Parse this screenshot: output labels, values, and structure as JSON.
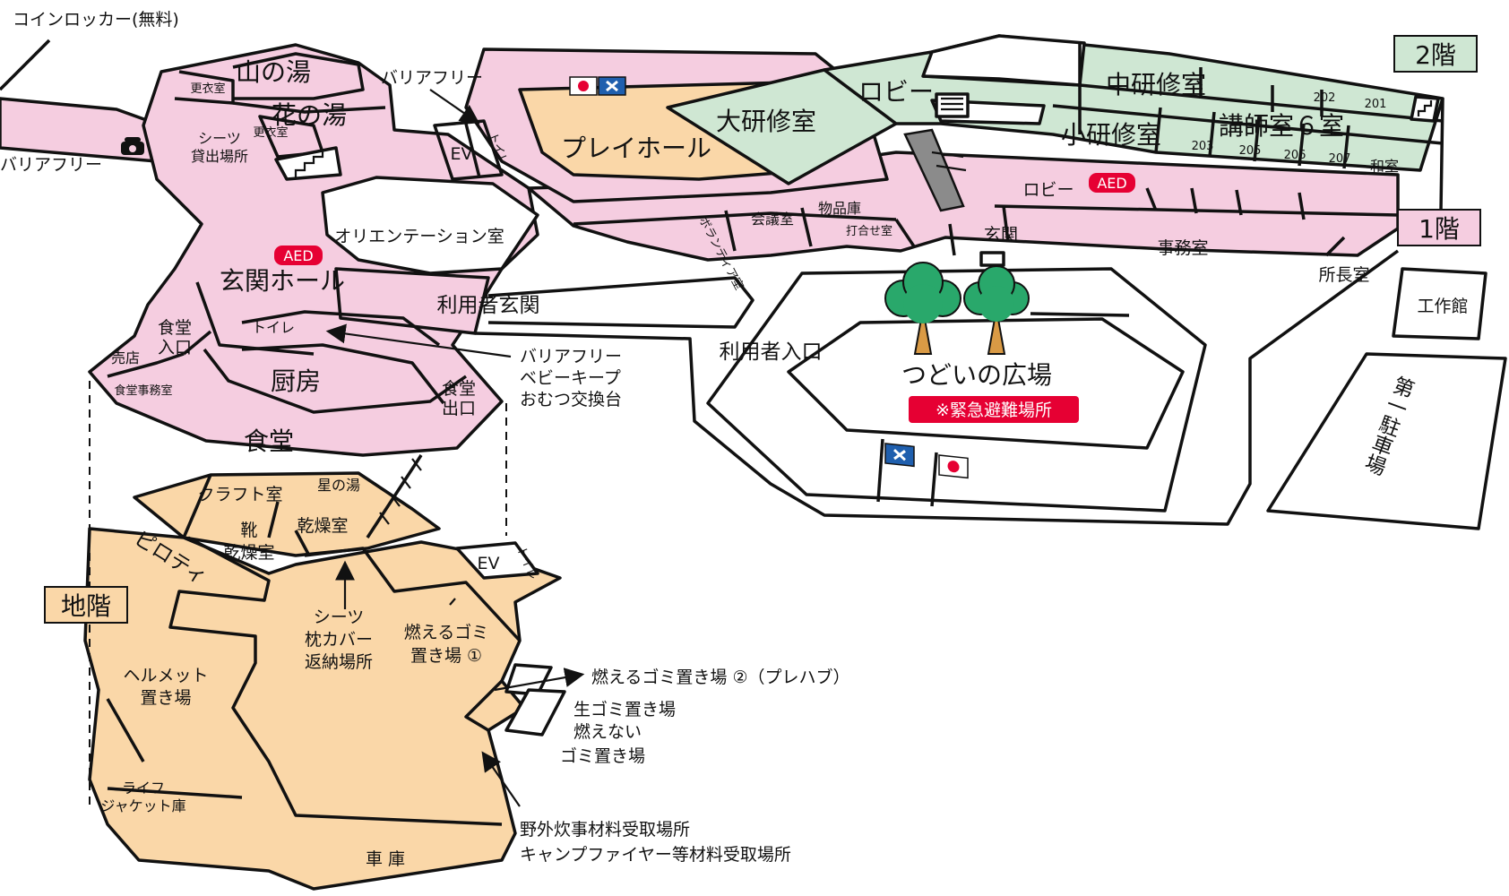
{
  "colors": {
    "floor1": "#f5cde0",
    "floor2": "#cfe7d3",
    "basement": "#fad7a8",
    "emergency": "#e60033",
    "flag_blue": "#1f5fae",
    "flag_red": "#e60033"
  },
  "floors": {
    "floor2": "2階",
    "floor1": "1階",
    "basement": "地階"
  },
  "labels": {
    "coin_locker": "コインロッカー(無料)",
    "barrier_free_top": "バリアフリー",
    "barrier_free_left": "バリアフリー",
    "yama_no_yu": "山の湯",
    "hana_no_yu": "花の湯",
    "kouishitsu_1": "更衣室",
    "kouishitsu_2": "更衣室",
    "sheets_rental_1": "シーツ",
    "sheets_rental_2": "貸出場所",
    "ev_1": "EV",
    "toilet_1": "トイレ",
    "play_hall": "プレイホール",
    "orientation_room": "オリエンテーション室",
    "aed_1": "AED",
    "aed_2": "AED",
    "entrance_hall": "玄関ホール",
    "user_entrance": "利用者玄関",
    "dining_entry_1": "食堂",
    "dining_entry_2": "入口",
    "toilet_2": "トイレ",
    "shop": "売店",
    "dining_office": "食堂事務室",
    "kitchen": "厨房",
    "dining_exit_1": "食堂",
    "dining_exit_2": "出口",
    "dining": "食堂",
    "note_barrier_free": "バリアフリー",
    "note_baby_keep": "ベビーキープ",
    "note_diaper": "おむつ交換台",
    "large_seminar": "大研修室",
    "lobby_2f": "ロビー",
    "medium_seminar": "中研修室",
    "small_seminar": "小研修室",
    "lecturer_room": "講師室６室",
    "room_202": "202",
    "room_201": "201",
    "room_203": "203",
    "room_205": "205",
    "room_206": "206",
    "room_207": "207",
    "washitsu": "和室",
    "lobby_1f": "ロビー",
    "volunteer_room": "ボランティア室",
    "meeting_room": "会議室",
    "storage": "物品庫",
    "consult_room": "打合せ室",
    "genkan": "玄関",
    "office": "事務室",
    "director_room": "所長室",
    "workshop": "工作館",
    "user_gate": "利用者入口",
    "plaza": "つどいの広場",
    "emergency": "※緊急避難場所",
    "parking": "第一駐車場",
    "craft_room": "クラフト室",
    "hoshi_no_yu": "星の湯",
    "drying_room": "乾燥室",
    "shoe_drying_1": "靴",
    "shoe_drying_2": "乾燥室",
    "piloti": "ピロティ",
    "ev_2": "EV",
    "toilet_3": "トイレ",
    "sheets_return_1": "シーツ",
    "sheets_return_2": "枕カバー",
    "sheets_return_3": "返納場所",
    "burnable_1_a": "燃えるゴミ",
    "burnable_1_b": "置き場 ①",
    "burnable_2": "燃えるゴミ置き場 ②（プレハブ）",
    "raw_garbage": "生ゴミ置き場",
    "nonburnable_1": "燃えない",
    "nonburnable_2": "ゴミ置き場",
    "helmet_1": "ヘルメット",
    "helmet_2": "置き場",
    "life_jacket_1": "ライフ",
    "life_jacket_2": "ジャケット庫",
    "garage": "車 庫",
    "outdoor_cooking": "野外炊事材料受取場所",
    "campfire": "キャンプファイヤー等材料受取場所"
  },
  "icons": [
    "telephone-icon",
    "stairs-icon",
    "tree-icon",
    "japan-flag-icon",
    "blue-flag-icon",
    "arrow-icon"
  ]
}
